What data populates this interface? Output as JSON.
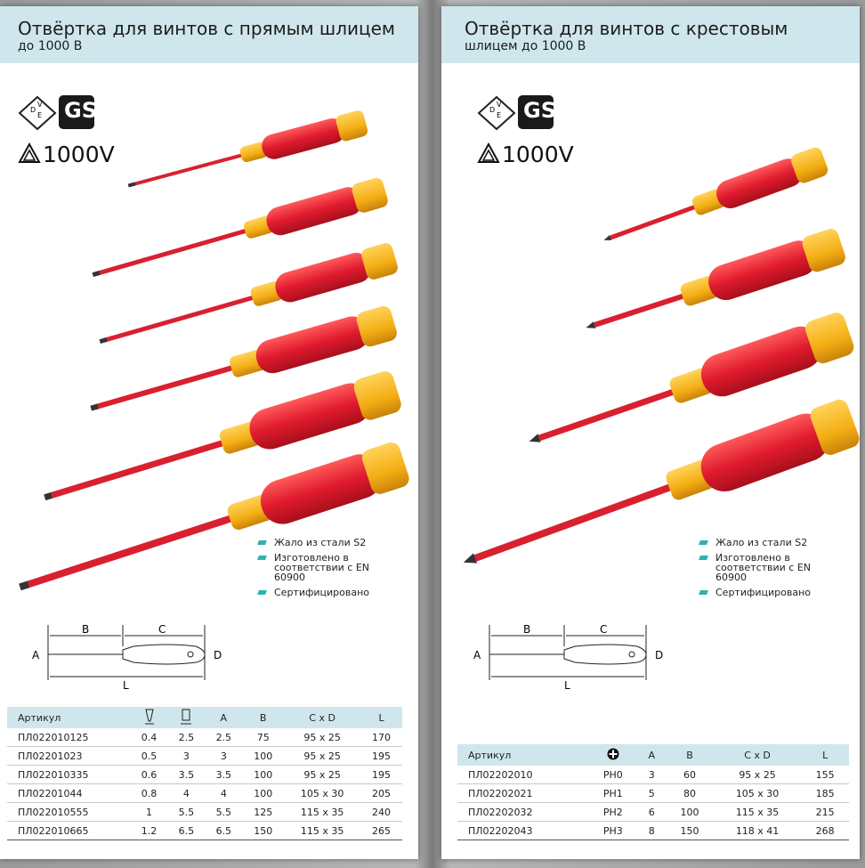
{
  "left": {
    "title_line1": "Отвёртка для винтов с прямым шлицем",
    "title_line2": "до 1000 В",
    "voltage": "1000V",
    "gs_logo": "GS",
    "vde_logo": "VDE",
    "features": [
      "Жало из стали S2",
      "Изготовлено в соответствии с EN 60900",
      "Сертифицировано"
    ],
    "dims": {
      "b": "B",
      "c": "C",
      "a": "A",
      "d": "D",
      "l": "L"
    },
    "table": {
      "headers": [
        "Артикул",
        "slot-width-icon",
        "slot-icon",
        "A",
        "B",
        "C x D",
        "L"
      ],
      "rows": [
        [
          "ПЛ022010125",
          "0.4",
          "2.5",
          "2.5",
          "75",
          "95 x 25",
          "170"
        ],
        [
          "ПЛ02201023",
          "0.5",
          "3",
          "3",
          "100",
          "95 x 25",
          "195"
        ],
        [
          "ПЛ022010335",
          "0.6",
          "3.5",
          "3.5",
          "100",
          "95 x 25",
          "195"
        ],
        [
          "ПЛ02201044",
          "0.8",
          "4",
          "4",
          "100",
          "105 x 30",
          "205"
        ],
        [
          "ПЛ022010555",
          "1",
          "5.5",
          "5.5",
          "125",
          "115 x 35",
          "240"
        ],
        [
          "ПЛ022010665",
          "1.2",
          "6.5",
          "6.5",
          "150",
          "115 x 35",
          "265"
        ]
      ]
    }
  },
  "right": {
    "title_line1": "Отвёртка для винтов с крестовым",
    "title_line2": "шлицем до 1000 В",
    "voltage": "1000V",
    "gs_logo": "GS",
    "vde_logo": "VDE",
    "features": [
      "Жало из стали S2",
      "Изготовлено в соответствии с EN 60900",
      "Сертифицировано"
    ],
    "dims": {
      "b": "B",
      "c": "C",
      "a": "A",
      "d": "D",
      "l": "L"
    },
    "table": {
      "headers": [
        "Артикул",
        "phillips-icon",
        "A",
        "B",
        "C x D",
        "L"
      ],
      "rows": [
        [
          "ПЛ02202010",
          "PH0",
          "3",
          "60",
          "95 x 25",
          "155"
        ],
        [
          "ПЛ02202021",
          "PH1",
          "5",
          "80",
          "105 x 30",
          "185"
        ],
        [
          "ПЛ02202032",
          "PH2",
          "6",
          "100",
          "115 x 35",
          "215"
        ],
        [
          "ПЛ02202043",
          "PH3",
          "8",
          "150",
          "118 x 41",
          "268"
        ]
      ]
    }
  },
  "colors": {
    "header_bg": "#cfe7ec",
    "handle_red": "#e8233a",
    "handle_yellow": "#f6b71b",
    "bullet": "#2bb3b0"
  }
}
